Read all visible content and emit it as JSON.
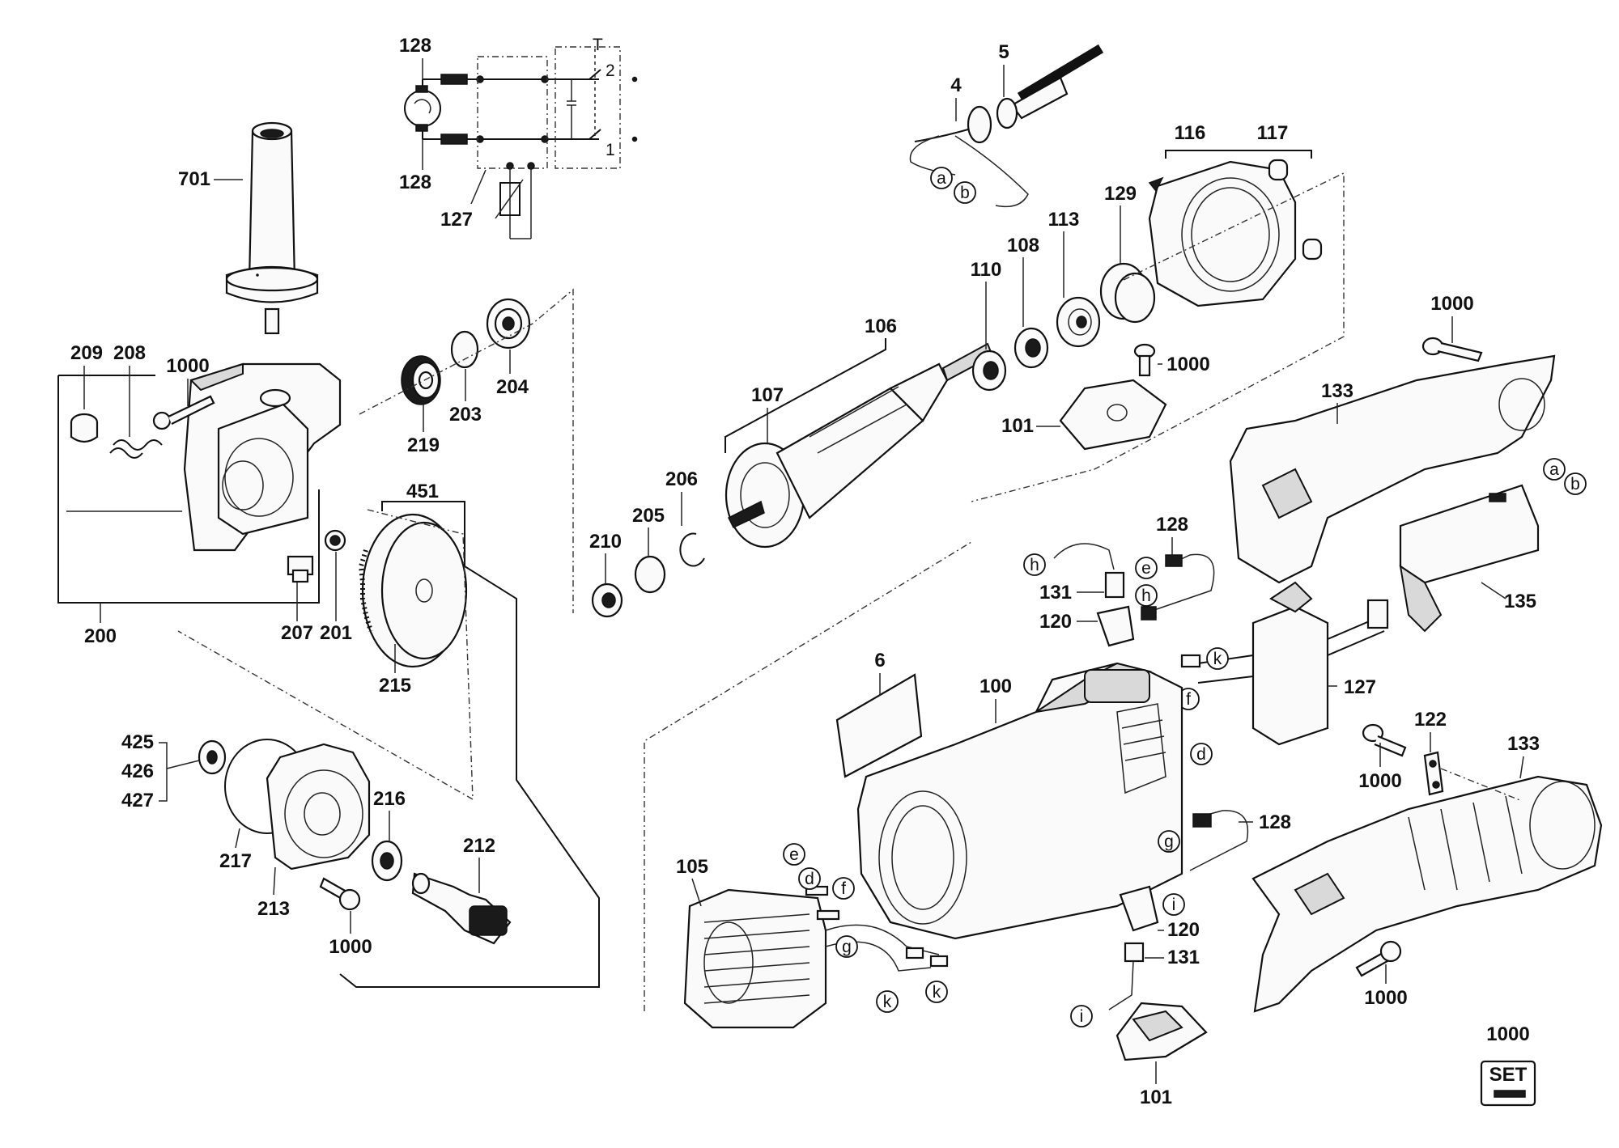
{
  "labels": {
    "p701": "701",
    "p128a": "128",
    "p128b": "128",
    "p127a": "127",
    "p5": "5",
    "p4": "4",
    "p116": "116",
    "p117": "117",
    "p129": "129",
    "p113": "113",
    "p108": "108",
    "p110": "110",
    "p106": "106",
    "p107": "107",
    "p1000a": "1000",
    "p101a": "101",
    "p1000b": "1000",
    "p133a": "133",
    "p209": "209",
    "p208": "208",
    "p1000c": "1000",
    "p219": "219",
    "p203": "203",
    "p204": "204",
    "p206": "206",
    "p205": "205",
    "p210": "210",
    "p451": "451",
    "p200": "200",
    "p207": "207",
    "p201": "201",
    "p215": "215",
    "p128c": "128",
    "p131a": "131",
    "p120a": "120",
    "p135": "135",
    "p127b": "127",
    "p6": "6",
    "p100": "100",
    "p425": "425",
    "p426": "426",
    "p427": "427",
    "p217": "217",
    "p213": "213",
    "p216": "216",
    "p212": "212",
    "p1000d": "1000",
    "p105": "105",
    "p122": "122",
    "p1000e": "1000",
    "p133b": "133",
    "p128d": "128",
    "p120b": "120",
    "p131b": "131",
    "p101b": "101",
    "p1000f": "1000",
    "p1000g": "1000"
  },
  "connectors": {
    "a1": "a",
    "b1": "b",
    "a2": "a",
    "b2": "b",
    "h1": "h",
    "e1": "e",
    "h2": "h",
    "k1": "k",
    "f1": "f",
    "d1": "d",
    "e2": "e",
    "d2": "d",
    "f2": "f",
    "g1": "g",
    "k2": "k",
    "k3": "k",
    "g2": "g",
    "i1": "i",
    "i2": "i"
  },
  "schematic": {
    "switch_pos_1": "1",
    "switch_pos_2": "2",
    "switch_top": "T"
  },
  "set_badge": "SET"
}
